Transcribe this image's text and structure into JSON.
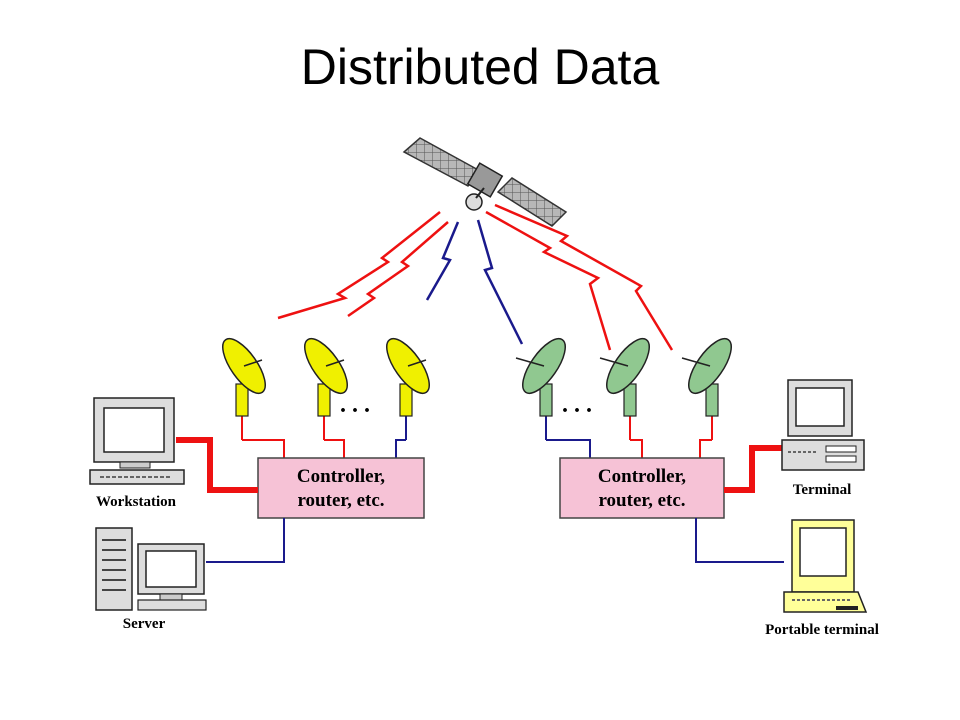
{
  "title": "Distributed Data",
  "controllers": {
    "left": {
      "line1": "Controller,",
      "line2": "router, etc."
    },
    "right": {
      "line1": "Controller,",
      "line2": "router, etc."
    }
  },
  "ellipsis": ". . .",
  "devices": {
    "workstation": "Workstation",
    "server": "Server",
    "terminal": "Terminal",
    "portable_terminal": "Portable terminal"
  },
  "colors": {
    "left_dish": "#f0f000",
    "right_dish": "#90c890",
    "controller_box": "#f6c2d6",
    "red_link": "#ee1111",
    "blue_link": "#1a1a8c",
    "portable_screen": "#ffff99"
  }
}
